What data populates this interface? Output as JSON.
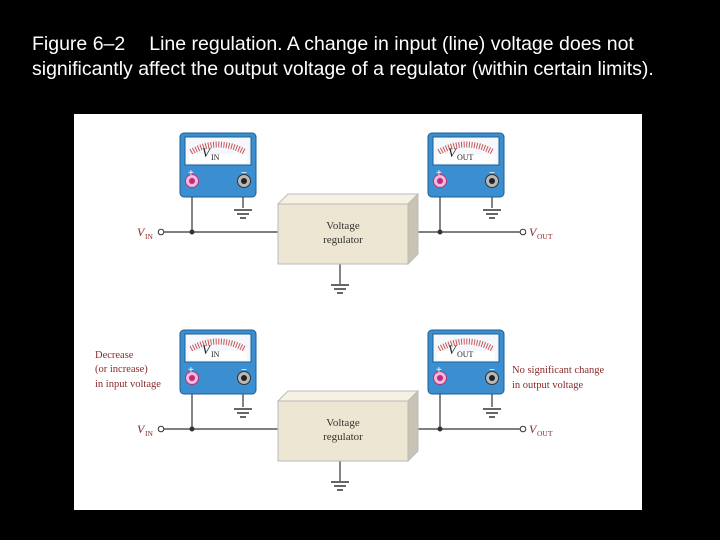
{
  "caption": {
    "figure_number": "Figure 6–2",
    "text": "Line regulation. A change in input (line) voltage does not significantly affect the output voltage of a regulator (within certain limits)."
  },
  "labels": {
    "vin": "V",
    "vin_sub": "IN",
    "vout": "V",
    "vout_sub": "OUT",
    "regulator_line1": "Voltage",
    "regulator_line2": "regulator",
    "plus": "+",
    "minus": "−",
    "decrease_line1": "Decrease",
    "decrease_line2": "(or increase)",
    "decrease_line3": "in input voltage",
    "nochange_line1": "No significant change",
    "nochange_line2": "in output voltage"
  },
  "colors": {
    "meter_body": "#3b8fd0",
    "regulator_fill": "#ece6d3",
    "label_red": "#8a2a2a",
    "wire": "#333333"
  }
}
